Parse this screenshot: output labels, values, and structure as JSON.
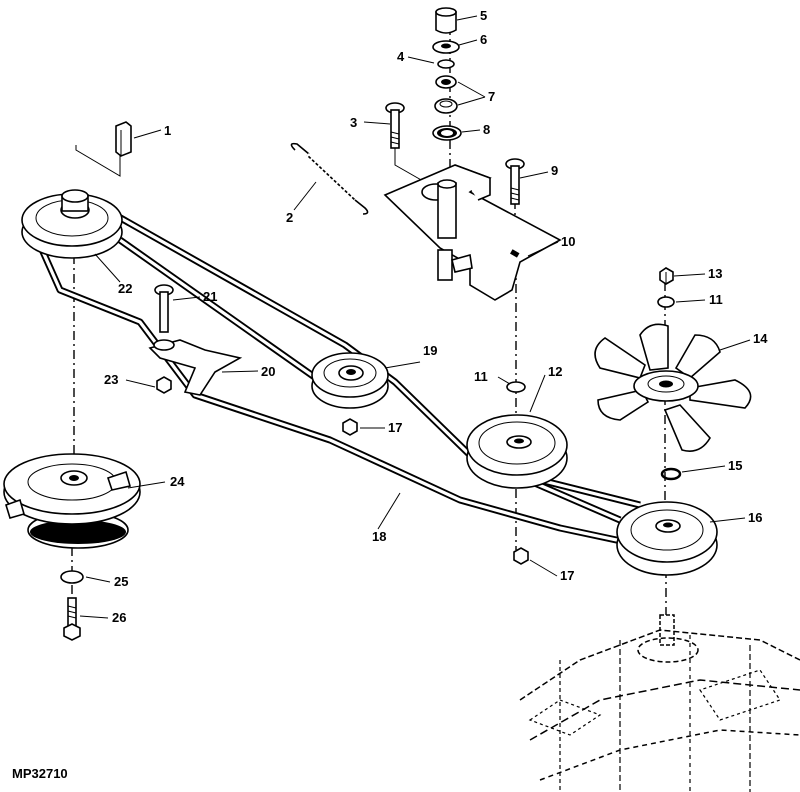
{
  "figure": {
    "reference_code": "MP32710"
  },
  "callouts": [
    {
      "id": "c1",
      "label": "1"
    },
    {
      "id": "c2",
      "label": "2"
    },
    {
      "id": "c3",
      "label": "3"
    },
    {
      "id": "c4",
      "label": "4"
    },
    {
      "id": "c5",
      "label": "5"
    },
    {
      "id": "c6",
      "label": "6"
    },
    {
      "id": "c7",
      "label": "7"
    },
    {
      "id": "c8",
      "label": "8"
    },
    {
      "id": "c9",
      "label": "9"
    },
    {
      "id": "c10",
      "label": "10"
    },
    {
      "id": "c11a",
      "label": "11"
    },
    {
      "id": "c11b",
      "label": "11"
    },
    {
      "id": "c12",
      "label": "12"
    },
    {
      "id": "c13",
      "label": "13"
    },
    {
      "id": "c14",
      "label": "14"
    },
    {
      "id": "c15",
      "label": "15"
    },
    {
      "id": "c16",
      "label": "16"
    },
    {
      "id": "c17a",
      "label": "17"
    },
    {
      "id": "c17b",
      "label": "17"
    },
    {
      "id": "c18",
      "label": "18"
    },
    {
      "id": "c19",
      "label": "19"
    },
    {
      "id": "c20",
      "label": "20"
    },
    {
      "id": "c21",
      "label": "21"
    },
    {
      "id": "c22",
      "label": "22"
    },
    {
      "id": "c23",
      "label": "23"
    },
    {
      "id": "c24",
      "label": "24"
    },
    {
      "id": "c25",
      "label": "25"
    },
    {
      "id": "c26",
      "label": "26"
    }
  ]
}
